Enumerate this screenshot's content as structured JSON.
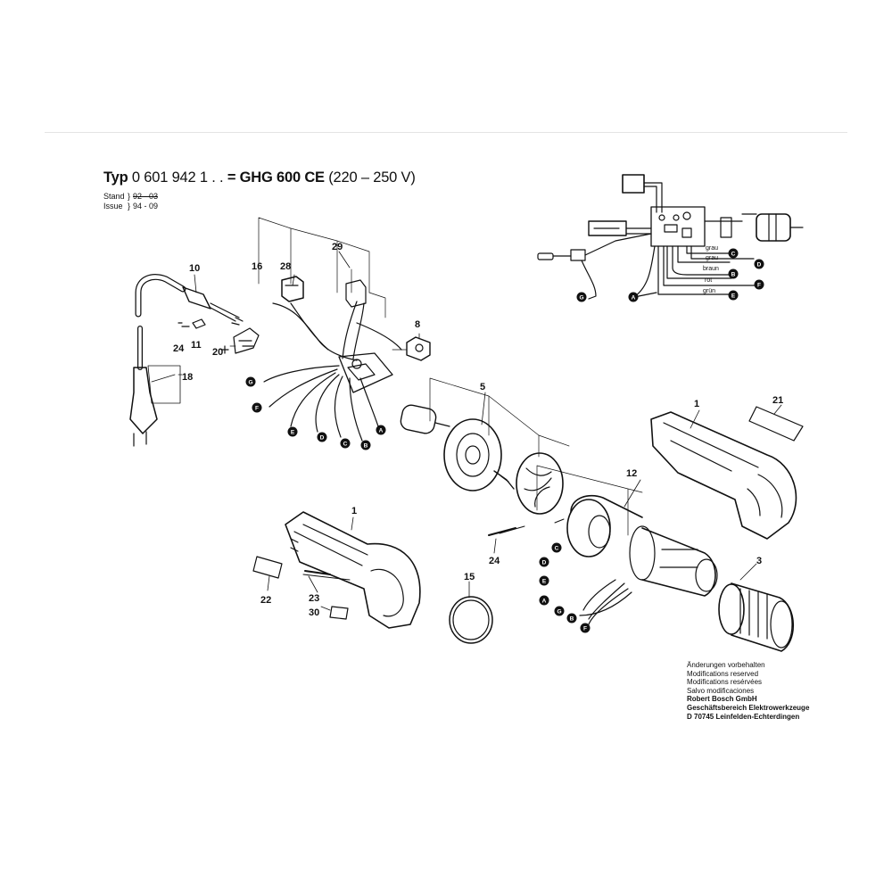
{
  "header": {
    "typ_label": "Typ",
    "typ_number": "0 601 942 1 . .",
    "equals": "=",
    "model": "GHG 600 CE",
    "voltage": "(220 – 250 V)"
  },
  "meta": {
    "stand_label": "Stand",
    "stand_value": "92 - 03",
    "issue_label": "Issue",
    "issue_value": "94 - 09"
  },
  "parts": {
    "p1a": "1",
    "p1b": "1",
    "p3": "3",
    "p5": "5",
    "p8": "8",
    "p10": "10",
    "p11": "11",
    "p12": "12",
    "p15": "15",
    "p16": "16",
    "p18": "18",
    "p20": "20",
    "p21": "21",
    "p22": "22",
    "p23": "23",
    "p24a": "24",
    "p24b": "24",
    "p28": "28",
    "p29": "29",
    "p30": "30"
  },
  "wiring": {
    "grau1": "grau",
    "grau2": "grau",
    "braun": "braun",
    "rot": "rot",
    "gruen": "grün"
  },
  "connectors": {
    "c_sch_c": "C",
    "c_sch_d": "D",
    "c_sch_b": "B",
    "c_sch_f": "F",
    "c_sch_e": "E",
    "c_sch_g": "G",
    "c_sch_a": "A",
    "c_sw_g": "G",
    "c_sw_f": "F",
    "c_sw_e": "E",
    "c_sw_d": "D",
    "c_sw_c": "C",
    "c_sw_b": "B",
    "c_sw_a": "A",
    "c_el_c": "C",
    "c_el_d": "D",
    "c_el_e": "E",
    "c_el_a": "A",
    "c_el_g": "G",
    "c_el_b": "B",
    "c_el_f": "F"
  },
  "notes": {
    "line1": "Änderungen vorbehalten",
    "line2": "Modifications reserved",
    "line3": "Modifications resérvées",
    "line4": "Salvo modificaciones",
    "line5": "Robert Bosch GmbH",
    "line6": "Geschäftsbereich Elektrowerkzeuge",
    "line7": "D 70745 Leinfelden-Echterdingen"
  }
}
